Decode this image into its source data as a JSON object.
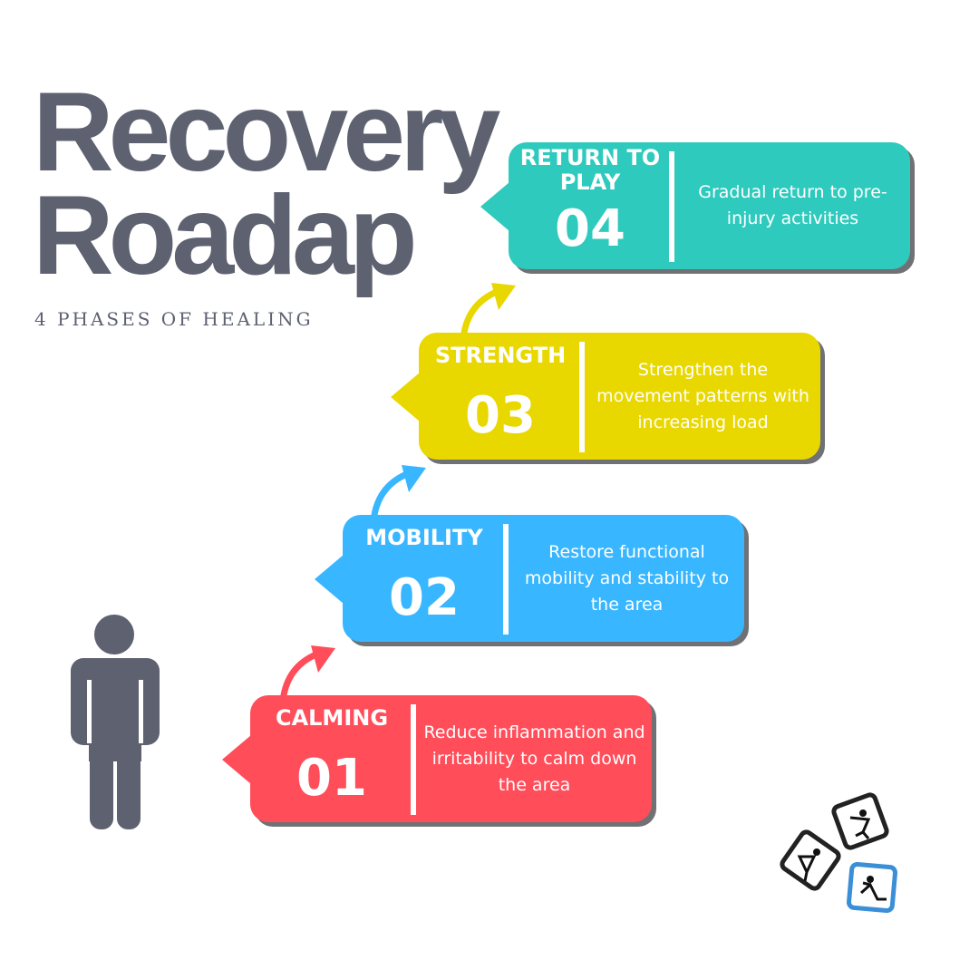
{
  "title": {
    "line1": "Recovery",
    "line2": "Roadap"
  },
  "subtitle": "4 PHASES OF HEALING",
  "phases": [
    {
      "name": "CALMING",
      "number": "01",
      "description": "Reduce inflammation and irritability to calm down the area",
      "color": "#ff4d5a"
    },
    {
      "name": "MOBILITY",
      "number": "02",
      "description": "Restore functional mobility and stability to the area",
      "color": "#38b6ff"
    },
    {
      "name": "STRENGTH",
      "number": "03",
      "description": "Strengthen the movement patterns with increasing load",
      "color": "#e9d700"
    },
    {
      "name": "RETURN TO PLAY",
      "number": "04",
      "description": "Gradual return to pre-injury activities",
      "color": "#2ecabd"
    }
  ],
  "colors": {
    "text": "#5d6170",
    "shadow": "#6f7174"
  },
  "icons": [
    "person-icon",
    "curved-arrow-icon",
    "sports-logo-icon"
  ]
}
